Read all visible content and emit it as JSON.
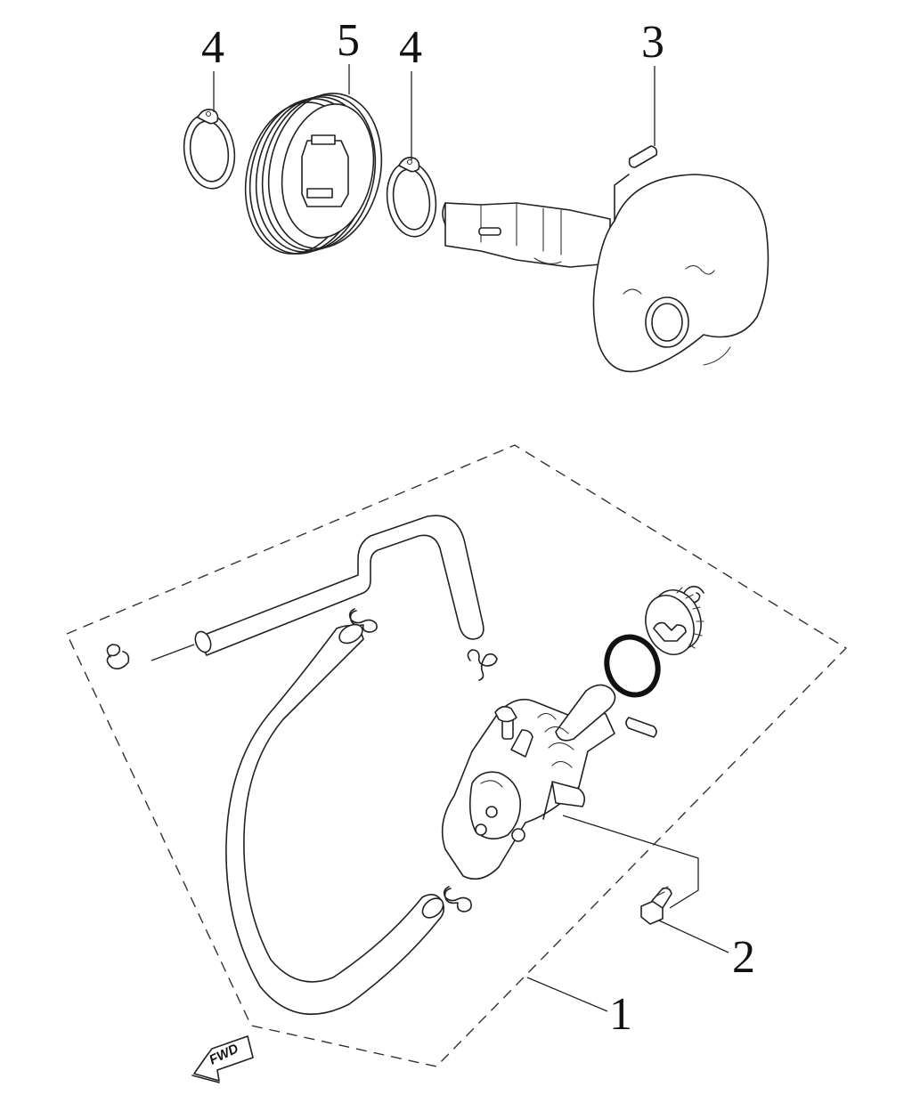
{
  "callouts": {
    "c1": "1",
    "c2": "2",
    "c3": "3",
    "c4a": "4",
    "c4b": "4",
    "c5": "5"
  },
  "fwd_label": "FWD",
  "colors": {
    "line": "#222222",
    "background": "#ffffff"
  }
}
